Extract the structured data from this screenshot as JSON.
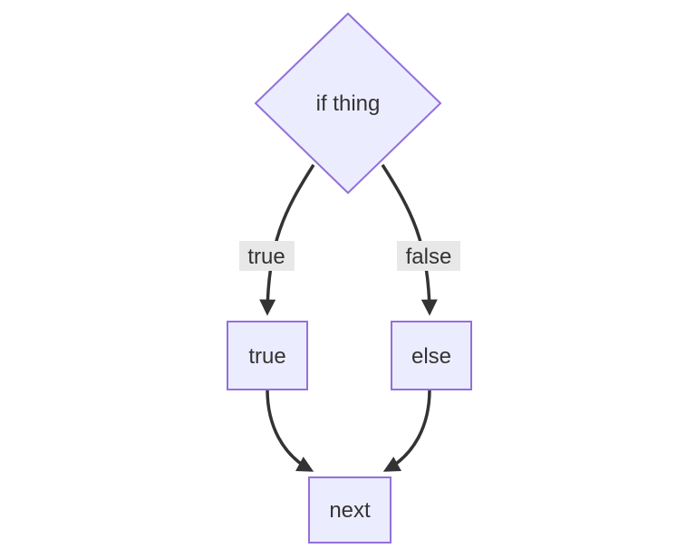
{
  "canvas": {
    "width": "768",
    "height": "616",
    "background": "#ffffff"
  },
  "diagram": {
    "type": "flowchart",
    "direction": "top-down",
    "colors": {
      "node_fill": "#ECECFF",
      "node_border": "#9370DB",
      "edge": "#333333",
      "edge_label_bg": "#e8e8e8",
      "text": "#333333"
    },
    "nodes": [
      {
        "id": "if",
        "shape": "diamond",
        "label": "if thing"
      },
      {
        "id": "true",
        "shape": "rect",
        "label": "true"
      },
      {
        "id": "else",
        "shape": "rect",
        "label": "else"
      },
      {
        "id": "next",
        "shape": "rect",
        "label": "next"
      }
    ],
    "edges": [
      {
        "from": "if",
        "to": "true",
        "label": "true"
      },
      {
        "from": "if",
        "to": "else",
        "label": "false"
      },
      {
        "from": "true",
        "to": "next",
        "label": ""
      },
      {
        "from": "else",
        "to": "next",
        "label": ""
      }
    ]
  }
}
